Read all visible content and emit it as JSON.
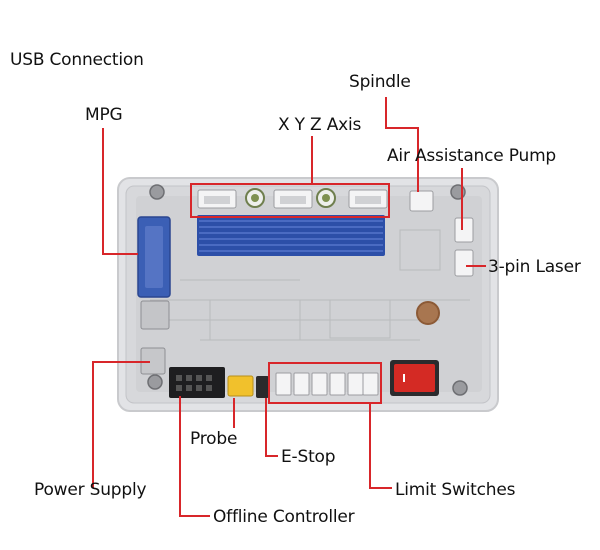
{
  "labels": {
    "usb": "USB Connection",
    "mpg": "MPG",
    "xyz": "X Y Z Axis",
    "spindle": "Spindle",
    "air_pump": "Air Assistance Pump",
    "laser3": "3-pin Laser",
    "probe": "Probe",
    "estop": "E-Stop",
    "power": "Power Supply",
    "limit": "Limit Switches",
    "offline": "Offline Controller"
  },
  "colors": {
    "callout_line": "#d8262a",
    "board_enclosure": "#dcdde0",
    "heatsink": "#2c4fa8",
    "vga_port": "#3b5fb5",
    "power_switch": "#d42a24",
    "probe_connector": "#f1c12c"
  }
}
